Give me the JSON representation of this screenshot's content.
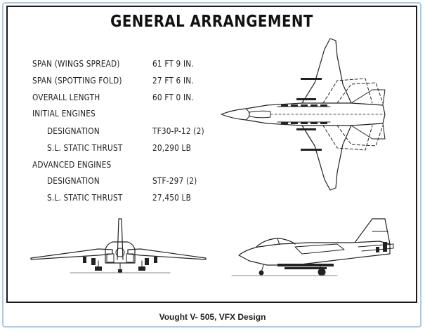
{
  "title": "GENERAL ARRANGEMENT",
  "specs": [
    {
      "label": "SPAN (WINGS SPREAD)",
      "value": "61 FT 9 IN."
    },
    {
      "label": "SPAN (SPOTTING FOLD)",
      "value": "27 FT 6 IN."
    },
    {
      "label": "OVERALL LENGTH",
      "value": "60 FT 0 IN."
    },
    {
      "label": "INITIAL ENGINES",
      "value": ""
    },
    {
      "label": "DESIGNATION",
      "value": "TF30-P-12 (2)"
    },
    {
      "label": "S.L. STATIC THRUST",
      "value": "20,290 LB"
    },
    {
      "label": "ADVANCED ENGINES",
      "value": ""
    },
    {
      "label": "DESIGNATION",
      "value": "STF-297 (2)"
    },
    {
      "label": "S.L. STATIC THRUST",
      "value": "27,450 LB"
    }
  ],
  "caption": "Vought V- 505, VFX Design",
  "views": {
    "plan": "plan-view-drawing",
    "front": "front-view-drawing",
    "side": "side-view-drawing"
  }
}
